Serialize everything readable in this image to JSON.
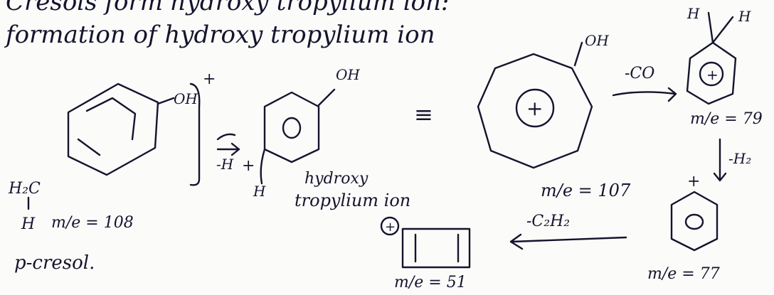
{
  "header": {
    "line1": "Cresols form hydroxy tropylium ion:",
    "line2": "formation of hydroxy tropylium ion"
  },
  "molecules": {
    "cresol": {
      "substituent_oh": "OH",
      "charge": "+",
      "ch2_label": "H₂C",
      "h_label": "H",
      "mz": "m/e = 108",
      "name": "p-cresol."
    },
    "hydroxy_tropylium_ring": {
      "substituent_oh": "OH",
      "h_label": "H",
      "name_line1": "hydroxy",
      "name_line2": "tropylium ion"
    },
    "hydroxy_tropylium_big": {
      "substituent_oh": "OH",
      "charge": "+",
      "mz": "m/e = 107"
    },
    "fragment_79": {
      "h_left": "H",
      "h_right": "H",
      "charge": "+",
      "mz": "m/e = 79"
    },
    "fragment_77": {
      "charge": "+",
      "mz": "m/e = 77"
    },
    "fragment_51": {
      "charge": "+",
      "mz": "m/e = 51"
    }
  },
  "arrows": {
    "loss_h": "-H",
    "plus": "+",
    "equivalent": "≡",
    "loss_co": "-CO",
    "loss_h2": "-H₂",
    "loss_c2h2": "-C₂H₂"
  }
}
